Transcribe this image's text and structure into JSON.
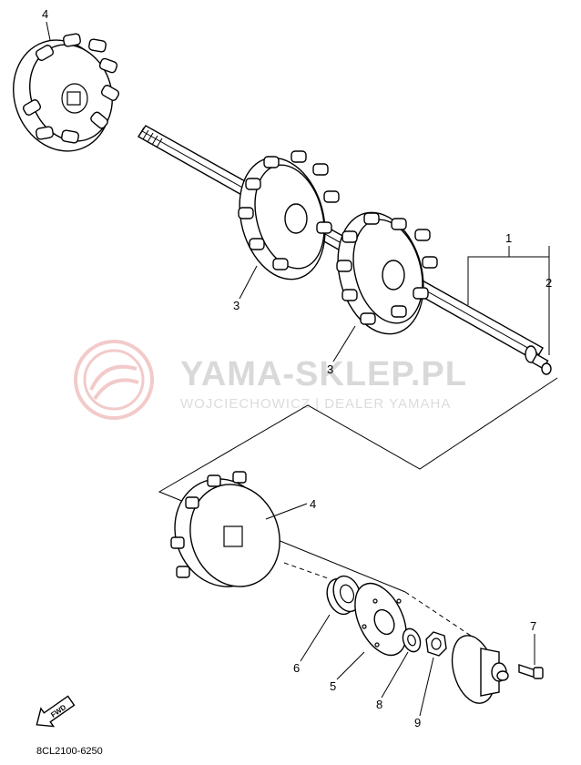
{
  "diagram": {
    "part_code": "8CL2100-6250",
    "fwd_label": "FWD",
    "callouts": {
      "c1": "1",
      "c2": "2",
      "c3a": "3",
      "c3b": "3",
      "c4a": "4",
      "c4b": "4",
      "c5": "5",
      "c6": "6",
      "c7": "7",
      "c8": "8",
      "c9": "9"
    }
  },
  "watermark": {
    "title": "YAMA-SKLEP.PL",
    "subtitle": "WOJCIECHOWICZ | DEALER YAMAHA",
    "color": "#e8a0a0"
  }
}
